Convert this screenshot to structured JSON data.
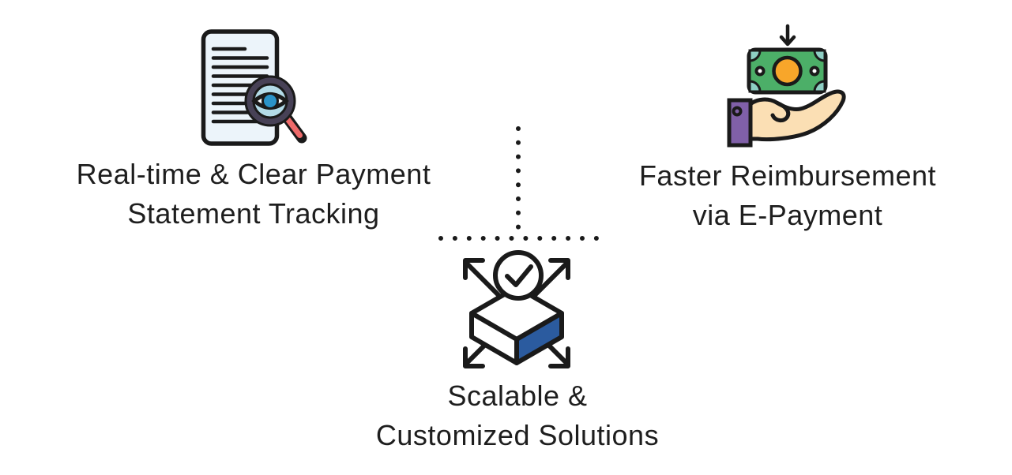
{
  "features": [
    {
      "id": "payment-tracking",
      "icon": "document-search-eye-icon",
      "line1": "Real-time & Clear Payment",
      "line2": "Statement Tracking"
    },
    {
      "id": "faster-reimbursement",
      "icon": "cash-in-hand-icon",
      "line1": "Faster Reimbursement",
      "line2": "via E-Payment"
    },
    {
      "id": "scalable-solutions",
      "icon": "expand-cube-check-icon",
      "line1": "Scalable &",
      "line2": "Customized Solutions"
    }
  ],
  "colors": {
    "background": "#ffffff",
    "text": "#1e1e1e",
    "outline": "#1a1a1a",
    "document_fill": "#ecf4fa",
    "magnifier_rim": "#474156",
    "magnifier_lens": "#b3dbe8",
    "eye_iris": "#2b93c8",
    "magnifier_handle": "#ee6a6a",
    "banknote_green": "#4caf68",
    "banknote_corner_teal": "#8ecfc4",
    "coin_orange": "#f8a62a",
    "hand_skin": "#fbdfb4",
    "sleeve_purple": "#8060a8",
    "cube_blue": "#2b5b9f",
    "connector_dots": "#1a1a1a"
  }
}
